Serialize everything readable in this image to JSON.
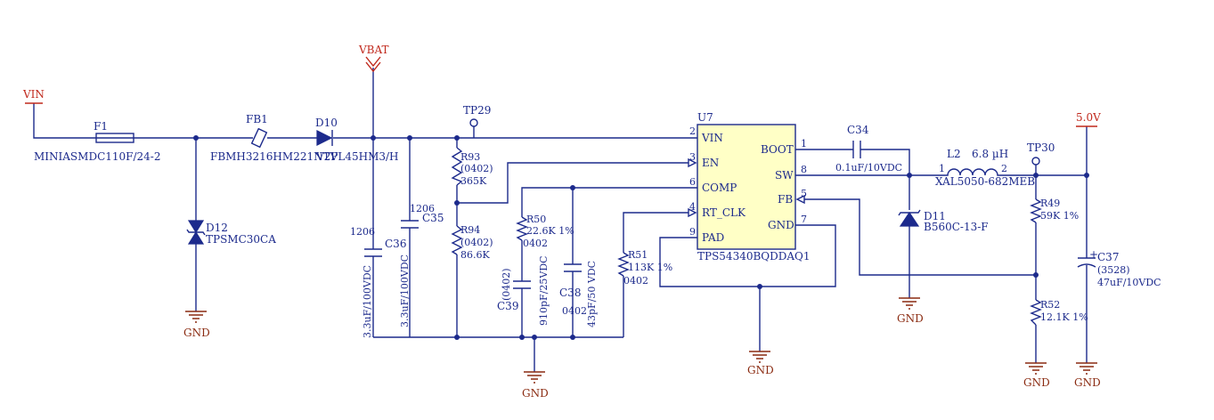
{
  "nets": {
    "vin": "VIN",
    "vbat": "VBAT",
    "v5": "5.0V",
    "gnd": "GND",
    "tp29": "TP29",
    "tp30": "TP30"
  },
  "components": {
    "f1": {
      "ref": "F1",
      "value": "MINIASMDC110F/24-2"
    },
    "fb1": {
      "ref": "FB1",
      "value": "FBMH3216HM221NTV"
    },
    "d10": {
      "ref": "D10",
      "value": "V2PL45HM3/H"
    },
    "d12": {
      "ref": "D12",
      "value": "TPSMC30CA"
    },
    "c36": {
      "ref": "C36",
      "package": "1206",
      "value": "3.3uF/100VDC"
    },
    "c35": {
      "ref": "C35",
      "package": "1206",
      "value": "3.3uF/100VDC"
    },
    "r93": {
      "ref": "R93",
      "package": "(0402)",
      "value": "365K"
    },
    "r94": {
      "ref": "R94",
      "package": "(0402)",
      "value": "86.6K"
    },
    "r50": {
      "ref": "R50",
      "value": "22.6K 1%",
      "package": "0402"
    },
    "c39": {
      "ref": "C39",
      "package": "(0402)",
      "value": "910pF/25VDC"
    },
    "c38": {
      "ref": "C38",
      "package": "0402",
      "value": "43pF/50 VDC"
    },
    "r51": {
      "ref": "R51",
      "value": "113K 1%",
      "package": "0402"
    },
    "u7": {
      "ref": "U7",
      "value": "TPS54340BQDDAQ1",
      "left_pins": [
        {
          "num": "2",
          "name": "VIN"
        },
        {
          "num": "3",
          "name": "EN"
        },
        {
          "num": "6",
          "name": "COMP"
        },
        {
          "num": "4",
          "name": "RT_CLK"
        },
        {
          "num": "9",
          "name": "PAD"
        }
      ],
      "right_pins": [
        {
          "num": "1",
          "name": "BOOT"
        },
        {
          "num": "8",
          "name": "SW"
        },
        {
          "num": "5",
          "name": "FB"
        },
        {
          "num": "7",
          "name": "GND"
        }
      ]
    },
    "c34": {
      "ref": "C34",
      "value": "0.1uF/10VDC"
    },
    "d11": {
      "ref": "D11",
      "value": "B560C-13-F"
    },
    "l2": {
      "ref": "L2",
      "value": "6.8 µH",
      "part": "XAL5050-682MEB",
      "pin1": "1",
      "pin2": "2"
    },
    "r49": {
      "ref": "R49",
      "value": "59K 1%"
    },
    "r52": {
      "ref": "R52",
      "value": "12.1K 1%"
    },
    "c37": {
      "ref": "C37",
      "polarity": "+",
      "package": "(3528)",
      "value": "47uF/10VDC"
    }
  }
}
